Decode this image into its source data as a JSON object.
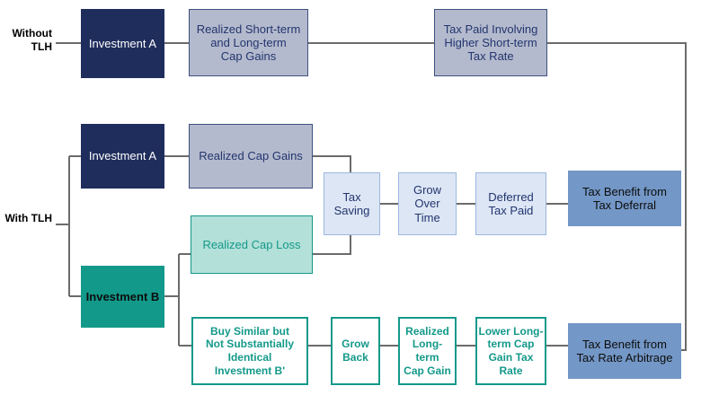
{
  "diagram": {
    "title_labels": {
      "without_tlh": "Without\nTLH",
      "with_tlh": "With\nTLH"
    },
    "colors": {
      "navy": "#1f2d5c",
      "teal_solid": "#13998a",
      "gray_blue": "#b4bacd",
      "pale_blue": "#dde6f5",
      "mid_blue": "#7397c6",
      "mint": "#b3e0d8",
      "teal_text": "#13998a",
      "navy_text": "#22356e",
      "connector": "#6b6b6b"
    },
    "nodes": {
      "wo_investment_a": "Investment A",
      "wo_realized_gains": "Realized Short-term\nand Long-term\nCap Gains",
      "wo_tax_paid": "Tax Paid Involving\nHigher Short-term\nTax Rate",
      "w_investment_a": "Investment A",
      "w_realized_cap_gains": "Realized Cap Gains",
      "w_investment_b": "Investment B",
      "w_realized_cap_loss": "Realized Cap Loss",
      "tax_saving": "Tax\nSaving",
      "grow_over_time": "Grow\nOver\nTime",
      "deferred_tax_paid": "Deferred\nTax Paid",
      "tax_benefit_deferral": "Tax Benefit from\nTax Deferral",
      "buy_similar": "Buy Similar but\nNot Substantially\nIdentical\nInvestment B'",
      "grow_back": "Grow\nBack",
      "realized_lt_cap_gain": "Realized\nLong-\nterm\nCap Gain",
      "lower_lt_rate": "Lower Long-\nterm Cap\nGain Tax\nRate",
      "tax_benefit_arbitrage": "Tax Benefit from\nTax Rate Arbitrage"
    }
  }
}
